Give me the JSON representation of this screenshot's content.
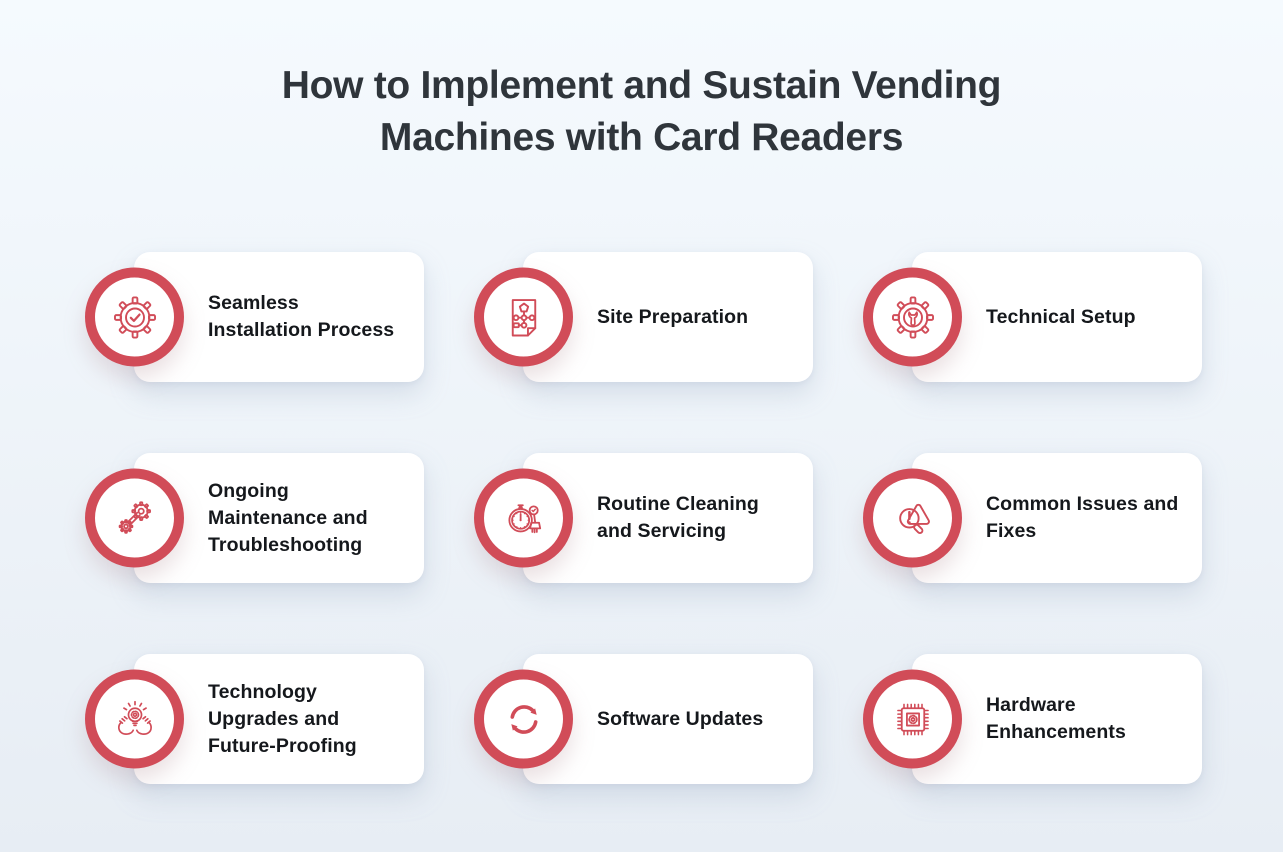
{
  "title": {
    "lines": [
      "How to Implement and Sustain Vending",
      "Machines with Card Readers"
    ]
  },
  "colors": {
    "accent": "#d14c58",
    "background_top": "#f5fafe",
    "background_bottom": "#e7edf4",
    "card_background": "#ffffff",
    "title_text": "#2f353b",
    "label_text": "#15181c"
  },
  "cards": [
    {
      "label": "Seamless Installation Process",
      "icon": "gear-check-icon"
    },
    {
      "label": "Site Preparation",
      "icon": "site-plan-document-icon"
    },
    {
      "label": "Technical Setup",
      "icon": "gear-wrench-icon"
    },
    {
      "label": "Ongoing Maintenance and Troubleshooting",
      "icon": "linked-gears-icon"
    },
    {
      "label": "Routine Cleaning and Servicing",
      "icon": "stopwatch-brush-icon"
    },
    {
      "label": "Common Issues and Fixes",
      "icon": "warning-magnifier-icon"
    },
    {
      "label": "Technology Upgrades and Future-Proofing",
      "icon": "hands-lightbulb-gear-icon"
    },
    {
      "label": "Software Updates",
      "icon": "sync-arrows-icon"
    },
    {
      "label": "Hardware Enhancements",
      "icon": "chip-gear-icon"
    }
  ]
}
